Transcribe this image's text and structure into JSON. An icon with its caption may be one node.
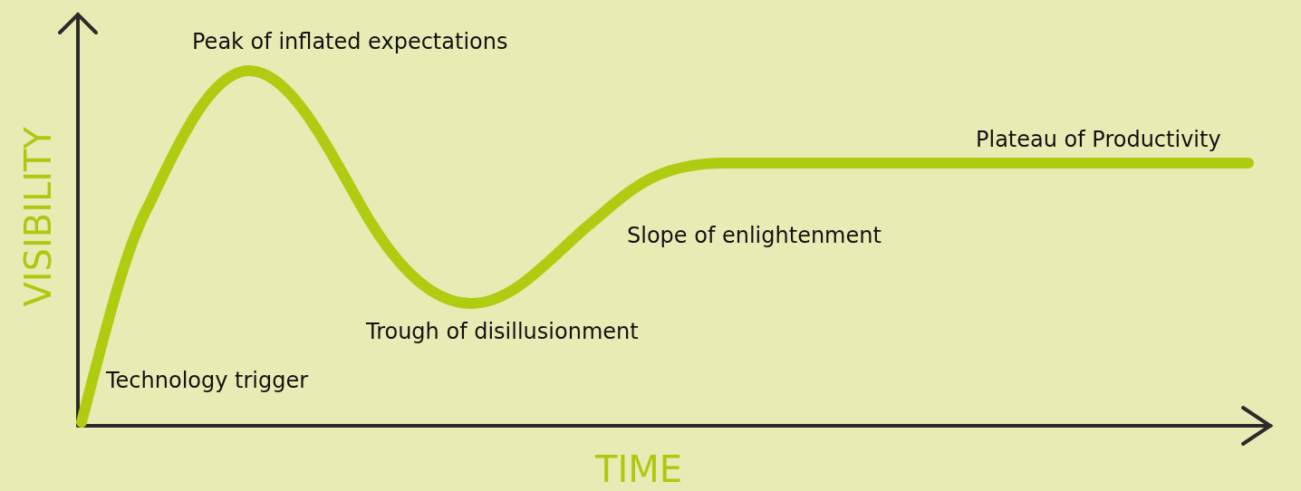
{
  "diagram": {
    "labels": [
      "Peak of inflated expectations",
      "Plateau of Productivity",
      "VISIBILITY",
      "Slope of enlightenment",
      "Trough of disillusionment",
      "Technology trigger",
      "TIME"
    ]
  }
}
